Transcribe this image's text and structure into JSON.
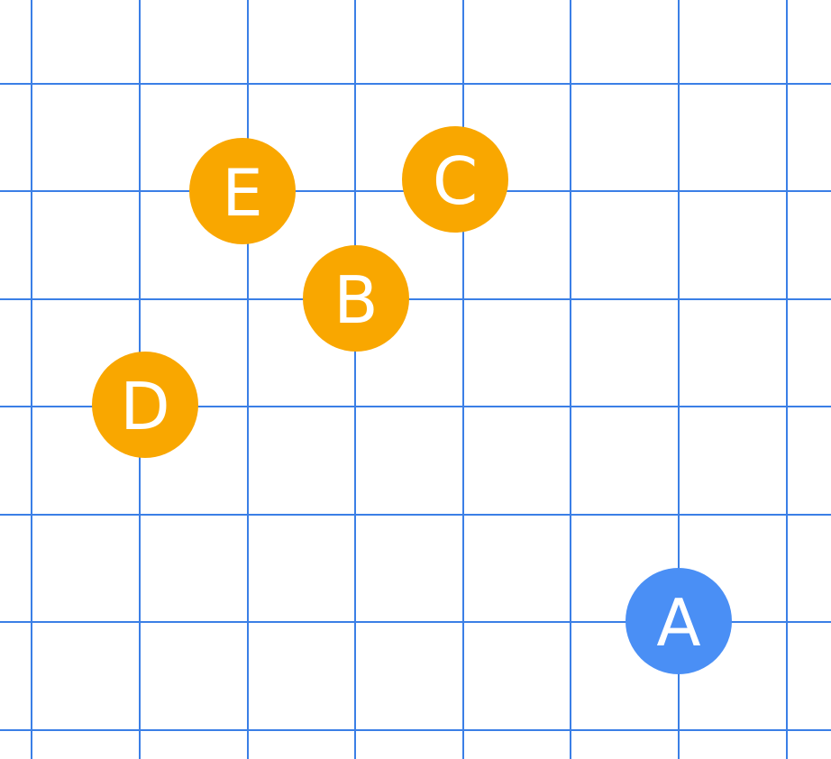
{
  "grid": {
    "line_color": "#3b7fe6",
    "background": "#ffffff",
    "columns": 7,
    "rows": 6
  },
  "markers": [
    {
      "label": "A",
      "color": "#4a8ff5",
      "role": "player"
    },
    {
      "label": "B",
      "color": "#f9a700",
      "role": "target"
    },
    {
      "label": "C",
      "color": "#f9a700",
      "role": "target"
    },
    {
      "label": "D",
      "color": "#f9a700",
      "role": "target"
    },
    {
      "label": "E",
      "color": "#f9a700",
      "role": "target"
    }
  ]
}
